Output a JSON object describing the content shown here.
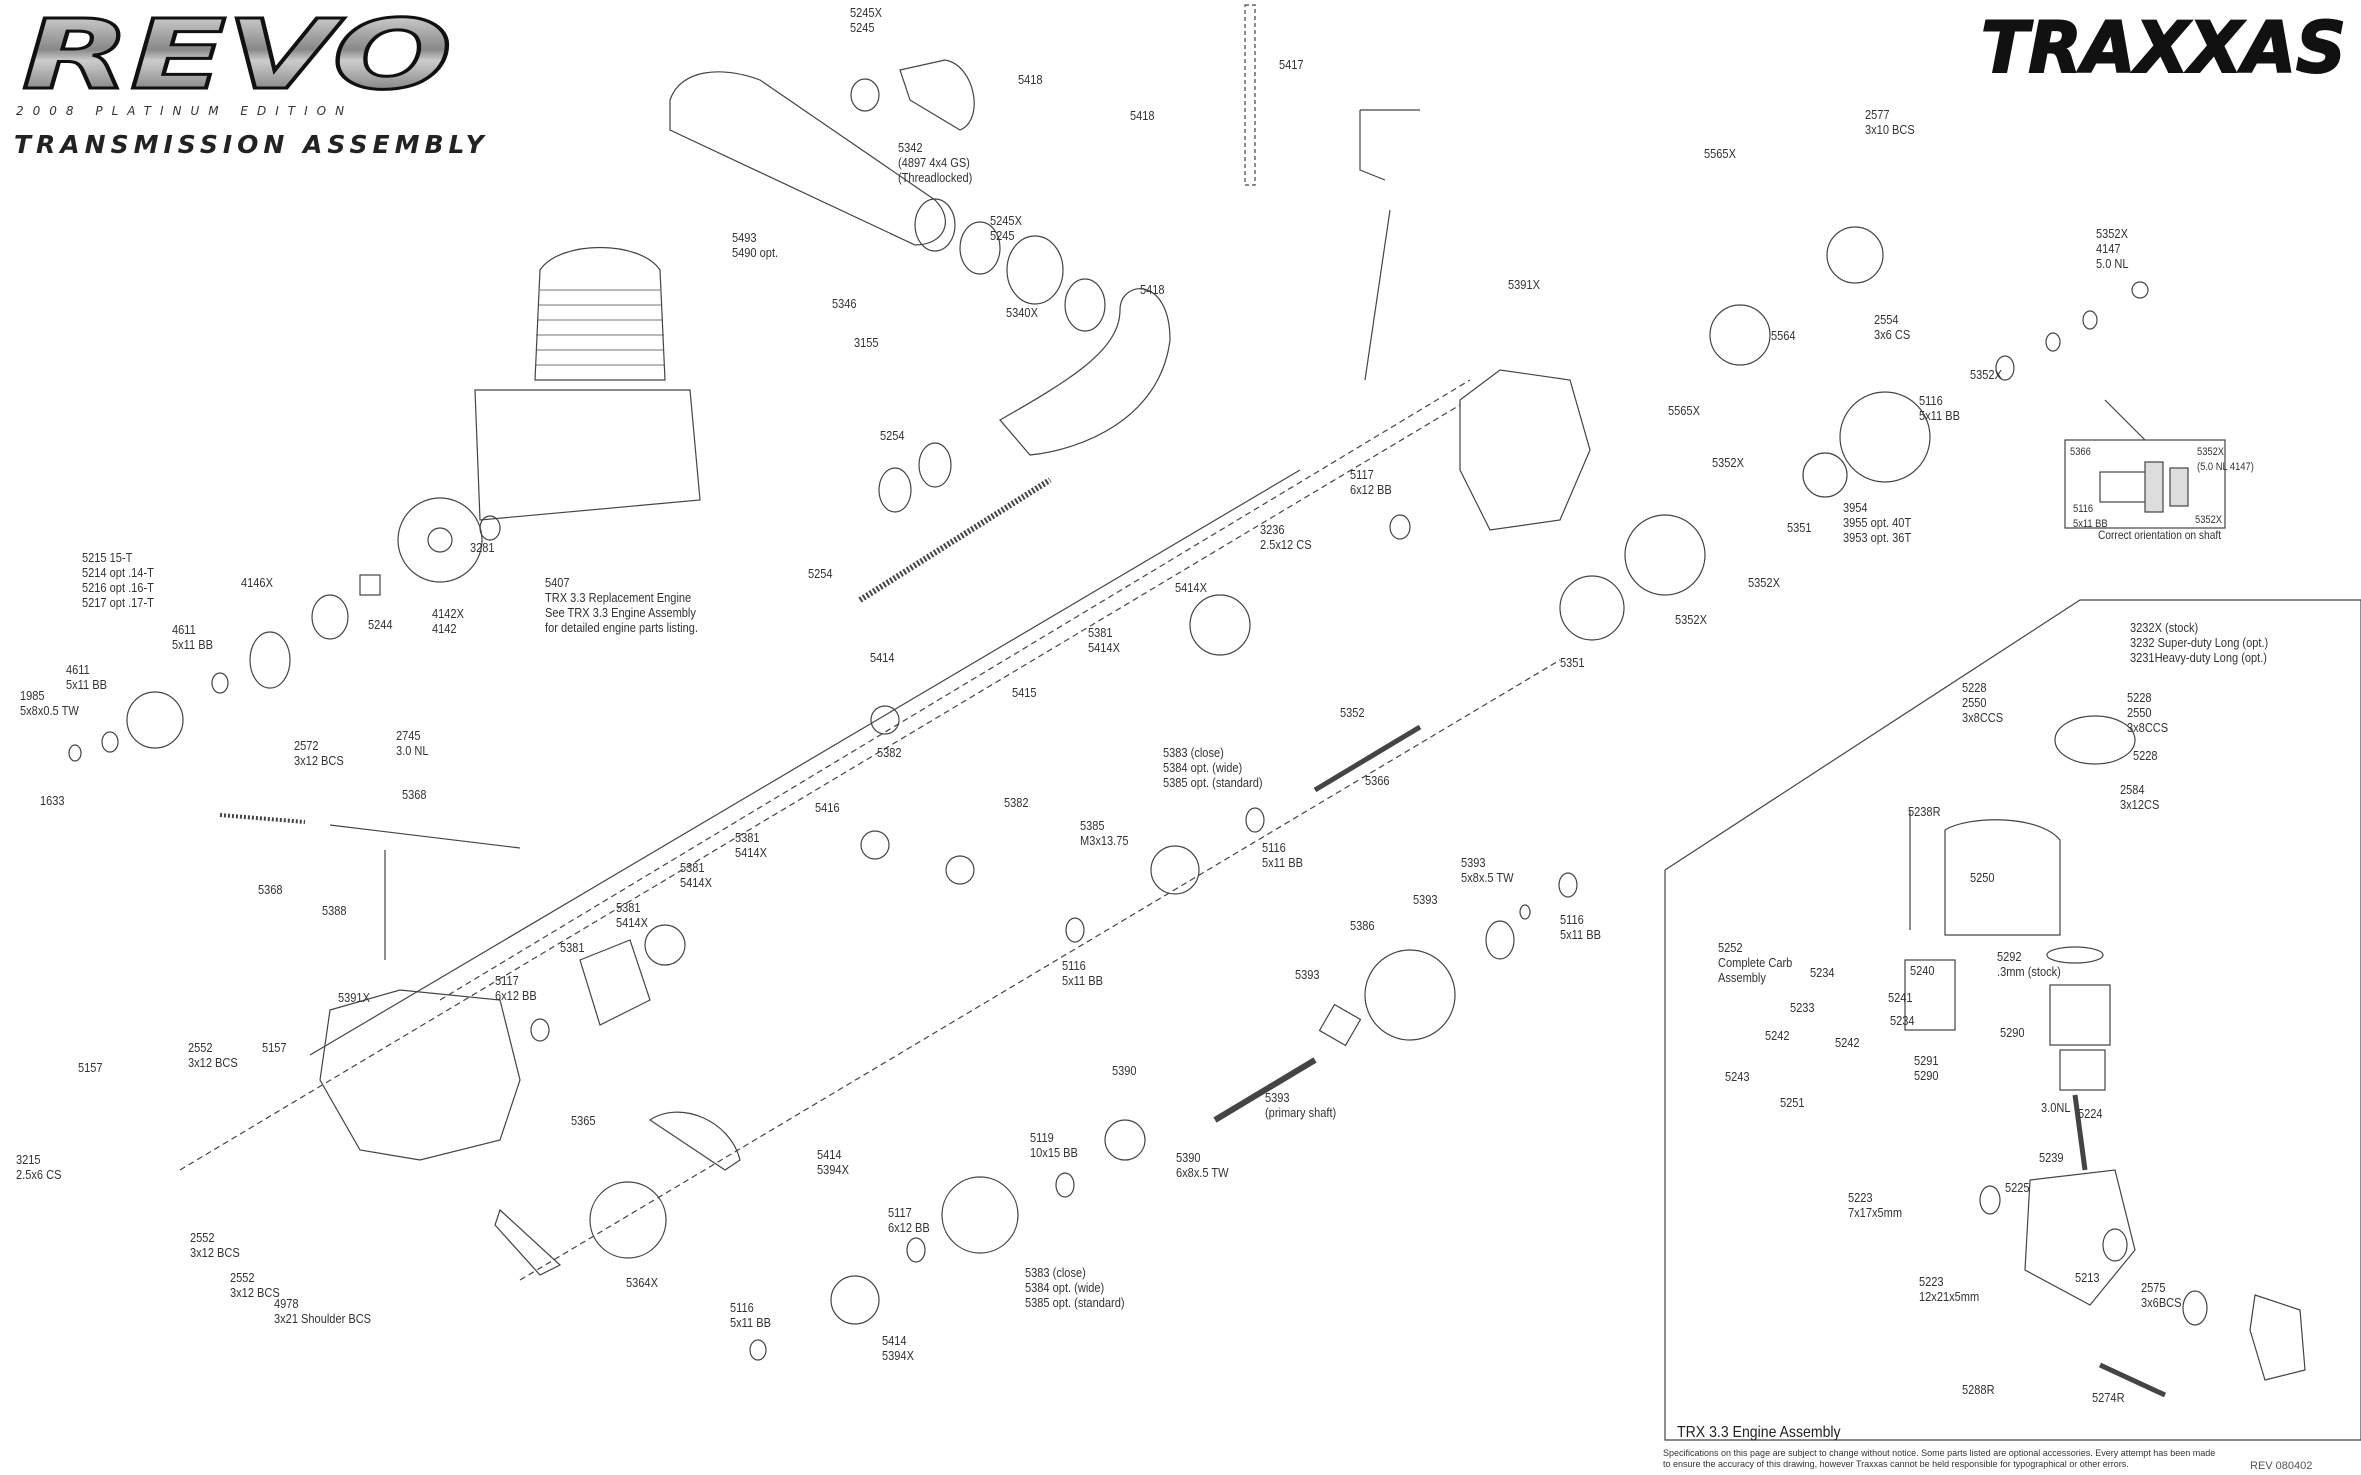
{
  "header": {
    "brand_logo": "REVO",
    "edition": "2008 PLATINUM EDITION",
    "title": "TRANSMISSION ASSEMBLY",
    "maker_logo": "TRAXXAS"
  },
  "callouts": [
    {
      "id": "c1",
      "text": "5245X\n5245"
    },
    {
      "id": "c2",
      "text": "5342\n(4897 4x4 GS)\n(Threadlocked)"
    },
    {
      "id": "c3",
      "text": "5493\n5490 opt."
    },
    {
      "id": "c4",
      "text": "5346"
    },
    {
      "id": "c5",
      "text": "5245X\n5245"
    },
    {
      "id": "c6",
      "text": "3155"
    },
    {
      "id": "c7",
      "text": "5340X"
    },
    {
      "id": "c8",
      "text": "5254"
    },
    {
      "id": "c9",
      "text": "5254"
    },
    {
      "id": "c10",
      "text": "5407\nTRX 3.3 Replacement Engine\nSee TRX 3.3 Engine Assembly\nfor detailed engine parts listing."
    },
    {
      "id": "c11",
      "text": "3281"
    },
    {
      "id": "c12",
      "text": "4142X\n4142"
    },
    {
      "id": "c13",
      "text": "5244"
    },
    {
      "id": "c14",
      "text": "4146X"
    },
    {
      "id": "c15",
      "text": "5215 15-T\n5214 opt .14-T\n5216 opt .16-T\n5217 opt .17-T"
    },
    {
      "id": "c16",
      "text": "4611\n5x11 BB"
    },
    {
      "id": "c17",
      "text": "4611\n5x11 BB"
    },
    {
      "id": "c18",
      "text": "1985\n5x8x0.5 TW"
    },
    {
      "id": "c19",
      "text": "1633"
    },
    {
      "id": "c20",
      "text": "2572\n3x12 BCS"
    },
    {
      "id": "c21",
      "text": "2745\n3.0 NL"
    },
    {
      "id": "c22",
      "text": "5368"
    },
    {
      "id": "c23",
      "text": "5368"
    },
    {
      "id": "c24",
      "text": "5388"
    },
    {
      "id": "c25",
      "text": "5391X"
    },
    {
      "id": "c26",
      "text": "5157"
    },
    {
      "id": "c27",
      "text": "2552\n3x12 BCS"
    },
    {
      "id": "c28",
      "text": "5157"
    },
    {
      "id": "c29",
      "text": "3215\n2.5x6 CS"
    },
    {
      "id": "c30",
      "text": "2552\n3x12 BCS"
    },
    {
      "id": "c31",
      "text": "2552\n3x12 BCS"
    },
    {
      "id": "c32",
      "text": "4978\n3x21 Shoulder BCS"
    },
    {
      "id": "c33",
      "text": "5365"
    },
    {
      "id": "c34",
      "text": "5364X"
    },
    {
      "id": "c35",
      "text": "5117\n6x12 BB"
    },
    {
      "id": "c36",
      "text": "5381"
    },
    {
      "id": "c37",
      "text": "5381\n5414X"
    },
    {
      "id": "c38",
      "text": "5381\n5414X"
    },
    {
      "id": "c39",
      "text": "5381\n5414X"
    },
    {
      "id": "c40",
      "text": "5416"
    },
    {
      "id": "c41",
      "text": "5382"
    },
    {
      "id": "c42",
      "text": "5382"
    },
    {
      "id": "c43",
      "text": "5415"
    },
    {
      "id": "c44",
      "text": "5381\n5414X"
    },
    {
      "id": "c45",
      "text": "5414"
    },
    {
      "id": "c46",
      "text": "5414X"
    },
    {
      "id": "c47",
      "text": "3236\n2.5x12 CS"
    },
    {
      "id": "c48",
      "text": "5117\n6x12 BB"
    },
    {
      "id": "c49",
      "text": "5383 (close)\n5384 opt. (wide)\n5385 opt. (standard)"
    },
    {
      "id": "c50",
      "text": "5385\nM3x13.75"
    },
    {
      "id": "c51",
      "text": "5116\n5x11 BB"
    },
    {
      "id": "c52",
      "text": "5116\n5x11 BB"
    },
    {
      "id": "c53",
      "text": "5352"
    },
    {
      "id": "c54",
      "text": "5366"
    },
    {
      "id": "c55",
      "text": "5393\n5x8x.5 TW"
    },
    {
      "id": "c56",
      "text": "5393"
    },
    {
      "id": "c57",
      "text": "5116\n5x11 BB"
    },
    {
      "id": "c58",
      "text": "5386"
    },
    {
      "id": "c59",
      "text": "5393"
    },
    {
      "id": "c60",
      "text": "5393\n(primary shaft)"
    },
    {
      "id": "c61",
      "text": "5390"
    },
    {
      "id": "c62",
      "text": "5390\n6x8x.5 TW"
    },
    {
      "id": "c63",
      "text": "5119\n10x15 BB"
    },
    {
      "id": "c64",
      "text": "5414\n5394X"
    },
    {
      "id": "c65",
      "text": "5117\n6x12 BB"
    },
    {
      "id": "c66",
      "text": "5383 (close)\n5384 opt. (wide)\n5385 opt. (standard)"
    },
    {
      "id": "c67",
      "text": "5116\n5x11 BB"
    },
    {
      "id": "c68",
      "text": "5414\n5394X"
    },
    {
      "id": "c69",
      "text": "5418"
    },
    {
      "id": "c70",
      "text": "5418"
    },
    {
      "id": "c71",
      "text": "5418"
    },
    {
      "id": "c72",
      "text": "5417"
    },
    {
      "id": "c73",
      "text": "5391X"
    },
    {
      "id": "c74",
      "text": "5565X"
    },
    {
      "id": "c75",
      "text": "2577\n3x10 BCS"
    },
    {
      "id": "c76",
      "text": "5564"
    },
    {
      "id": "c77",
      "text": "5565X"
    },
    {
      "id": "c78",
      "text": "2554\n3x6 CS"
    },
    {
      "id": "c79",
      "text": "5116\n5x11 BB"
    },
    {
      "id": "c80",
      "text": "5352X"
    },
    {
      "id": "c81",
      "text": "5352X\n4147\n5.0 NL"
    },
    {
      "id": "c82",
      "text": "5352X"
    },
    {
      "id": "c83",
      "text": "5351"
    },
    {
      "id": "c84",
      "text": "3954\n3955 opt. 40T\n3953 opt. 36T"
    },
    {
      "id": "c85",
      "text": "5352X"
    },
    {
      "id": "c86",
      "text": "5352X"
    },
    {
      "id": "c87",
      "text": "5351"
    },
    {
      "id": "c88",
      "text": "3232X (stock)\n3232 Super-duty Long (opt.)\n3231Heavy-duty Long (opt.)"
    },
    {
      "id": "c89",
      "text": "5228\n2550\n3x8CCS"
    },
    {
      "id": "c90",
      "text": "5228\n2550\n3x8CCS"
    },
    {
      "id": "c91",
      "text": "5228"
    },
    {
      "id": "c92",
      "text": "5238R"
    },
    {
      "id": "c93",
      "text": "2584\n3x12CS"
    },
    {
      "id": "c94",
      "text": "5250"
    },
    {
      "id": "c95",
      "text": "5252\nComplete Carb\nAssembly"
    },
    {
      "id": "c96",
      "text": "5234"
    },
    {
      "id": "c97",
      "text": "5240"
    },
    {
      "id": "c98",
      "text": "5241"
    },
    {
      "id": "c99",
      "text": "5234"
    },
    {
      "id": "c100",
      "text": "5233"
    },
    {
      "id": "c101",
      "text": "5242"
    },
    {
      "id": "c102",
      "text": "5242"
    },
    {
      "id": "c103",
      "text": "5243"
    },
    {
      "id": "c104",
      "text": "5251"
    },
    {
      "id": "c105",
      "text": "5292\n.3mm (stock)"
    },
    {
      "id": "c106",
      "text": "5290"
    },
    {
      "id": "c107",
      "text": "5291\n5290"
    },
    {
      "id": "c108",
      "text": "5224"
    },
    {
      "id": "c109",
      "text": "3.0NL"
    },
    {
      "id": "c110",
      "text": "5239"
    },
    {
      "id": "c111",
      "text": "5225"
    },
    {
      "id": "c112",
      "text": "5223\n7x17x5mm"
    },
    {
      "id": "c113",
      "text": "5223\n12x21x5mm"
    },
    {
      "id": "c114",
      "text": "5213"
    },
    {
      "id": "c115",
      "text": "2575\n3x6BCS"
    },
    {
      "id": "c116",
      "text": "5288R"
    },
    {
      "id": "c117",
      "text": "5274R"
    }
  ],
  "orientation_inset": {
    "labels": [
      "5366",
      "5352X\n(5.0 NL 4147)",
      "5116\n5x11 BB",
      "5352X"
    ],
    "caption": "Correct orientation on shaft"
  },
  "engine_box_title": "TRX 3.3 Engine Assembly",
  "footer": {
    "disclaimer": "Specifications on this page are subject to change without notice. Some parts listed are optional accessories. Every attempt has been made to ensure the accuracy of this drawing, however Traxxas cannot be held responsible for typographical or other errors.",
    "revision": "REV 080402"
  }
}
